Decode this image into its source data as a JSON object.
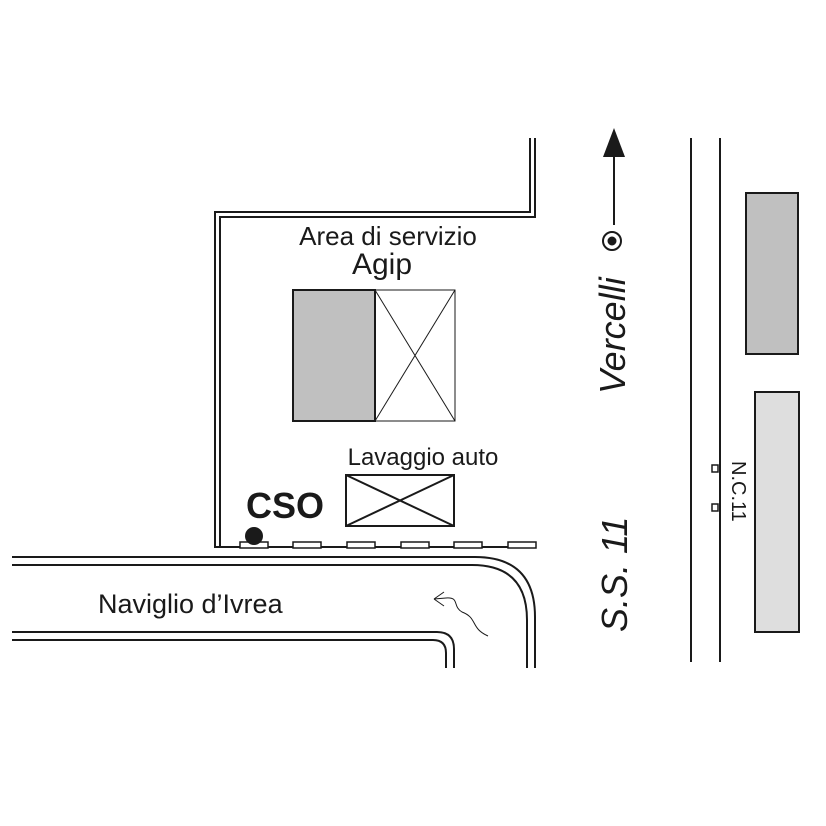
{
  "labels": {
    "area_line1": "Area di servizio",
    "area_line2": "Agip",
    "car_wash": "Lavaggio auto",
    "cso": "CSO",
    "canal": "Naviglio d’Ivrea",
    "road": "S.S. 11",
    "direction": "Vercelli",
    "civic_number": "N.C.11"
  },
  "colors": {
    "line": "#1a1a1a",
    "building_dark": "#c0c0c0",
    "building_light": "#dedede",
    "background": "#ffffff"
  },
  "icons": {
    "direction_arrow": "arrow-up-icon",
    "city_marker": "bullseye-icon",
    "cso_point": "filled-circle-icon"
  }
}
